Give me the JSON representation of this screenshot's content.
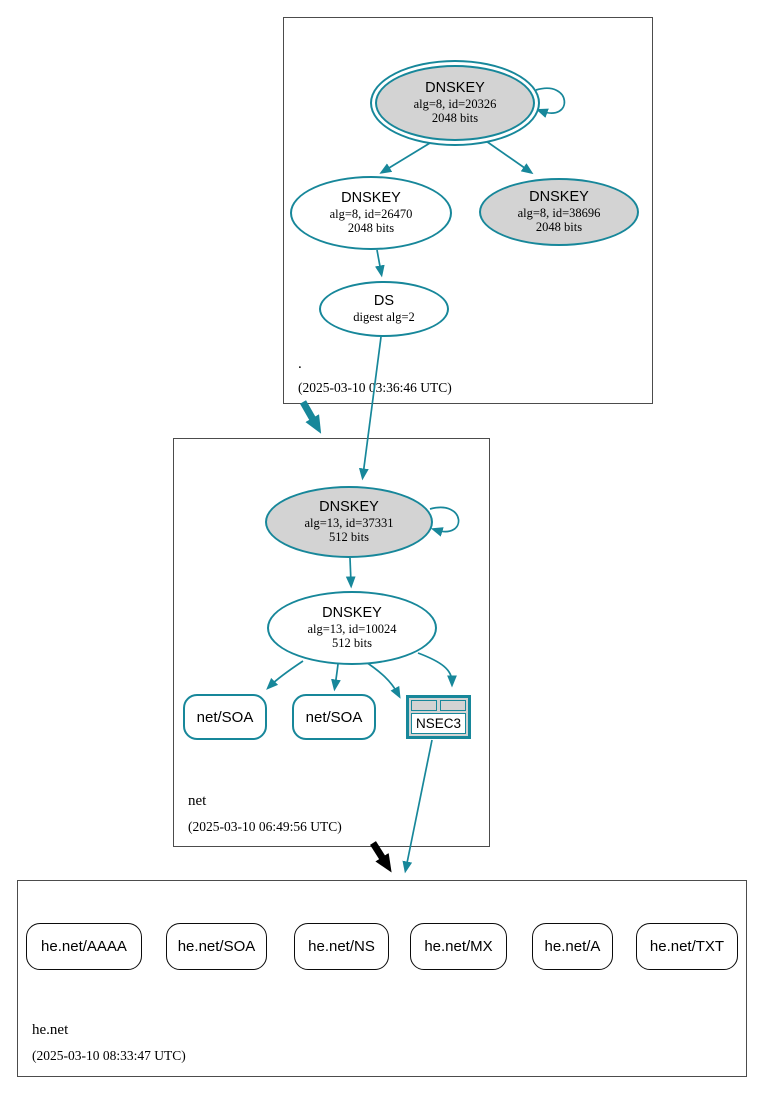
{
  "diagram": {
    "kind": "dnssec-authentication-chain",
    "colors": {
      "edge_teal": "#17879a",
      "node_fill_gray": "#d3d3d3",
      "node_fill_white": "#ffffff",
      "zone_border": "#4c4c4c",
      "border_black": "#0b0b0b"
    },
    "zones": [
      {
        "id": "root",
        "label": ".",
        "timestamp": "(2025-03-10 03:36:46 UTC)"
      },
      {
        "id": "net",
        "label": "net",
        "timestamp": "(2025-03-10 06:49:56 UTC)"
      },
      {
        "id": "he-net",
        "label": "he.net",
        "timestamp": "(2025-03-10 08:33:47 UTC)"
      }
    ],
    "nodes": {
      "root_ksk": {
        "type": "DNSKEY",
        "detail1": "alg=8, id=20326",
        "detail2": "2048 bits",
        "fill": "gray",
        "trust_anchor_double_ring": true,
        "self_signing": true
      },
      "root_zsk": {
        "type": "DNSKEY",
        "detail1": "alg=8, id=26470",
        "detail2": "2048 bits",
        "fill": "white"
      },
      "root_key2": {
        "type": "DNSKEY",
        "detail1": "alg=8, id=38696",
        "detail2": "2048 bits",
        "fill": "gray"
      },
      "root_ds": {
        "type": "DS",
        "detail1": "digest alg=2",
        "fill": "white"
      },
      "net_ksk": {
        "type": "DNSKEY",
        "detail1": "alg=13, id=37331",
        "detail2": "512 bits",
        "fill": "gray",
        "self_signing": true
      },
      "net_zsk": {
        "type": "DNSKEY",
        "detail1": "alg=13, id=10024",
        "detail2": "512 bits",
        "fill": "white"
      },
      "net_soa_1": {
        "label": "net/SOA"
      },
      "net_soa_2": {
        "label": "net/SOA"
      },
      "net_nsec3": {
        "label": "NSEC3"
      },
      "henet_rrsets": [
        {
          "label": "he.net/AAAA"
        },
        {
          "label": "he.net/SOA"
        },
        {
          "label": "he.net/NS"
        },
        {
          "label": "he.net/MX"
        },
        {
          "label": "he.net/A"
        },
        {
          "label": "he.net/TXT"
        }
      ]
    }
  }
}
